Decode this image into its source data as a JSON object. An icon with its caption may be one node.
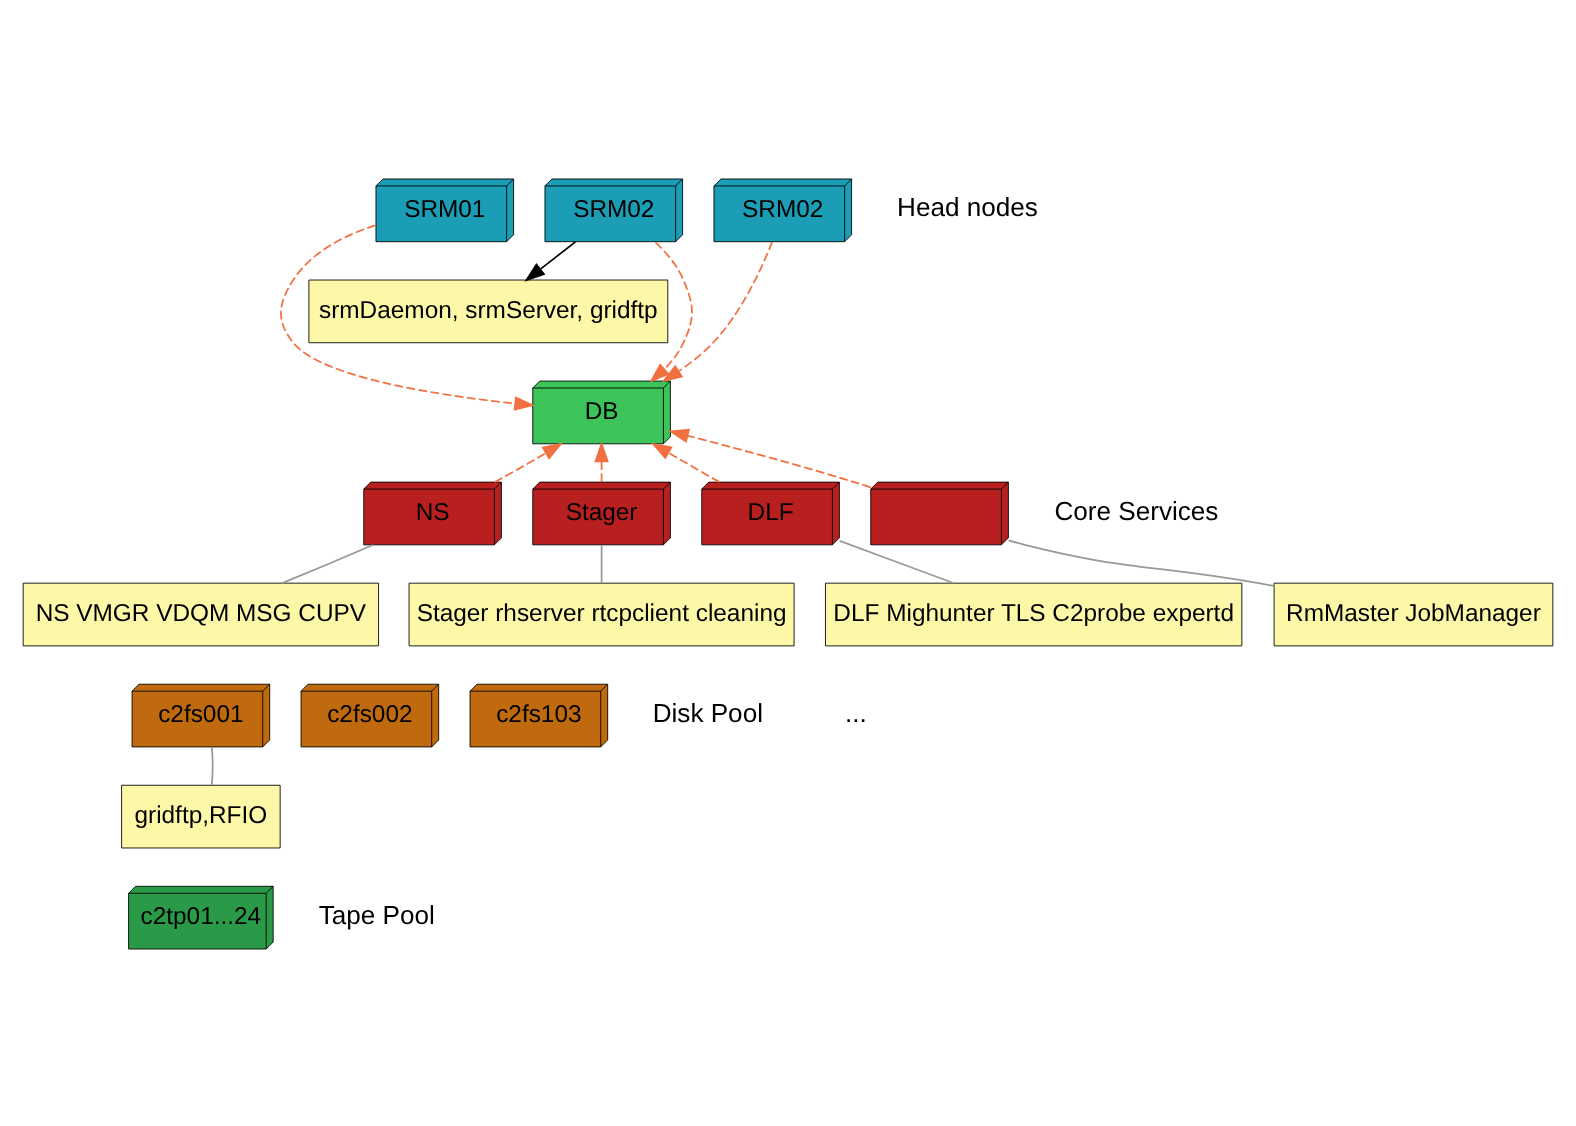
{
  "diagram": {
    "nodes": [
      {
        "text": [
          "SRM01"
        ]
      },
      {
        "text": [
          "SRM02"
        ]
      },
      {
        "text": [
          "SRM02"
        ]
      },
      {
        "text": [
          "srmDaemon, srmServer, gridftp"
        ]
      },
      {
        "text": [
          "DB"
        ]
      },
      {
        "text": [
          "NS"
        ]
      },
      {
        "text": [
          "Stager"
        ]
      },
      {
        "text": [
          "DLF"
        ]
      },
      {
        "text": [],
        "shape": "box"
      },
      {
        "text": [
          "NS VMGR VDQM MSG CUPV"
        ]
      },
      {
        "text": [
          "Stager rhserver rtcpclient cleaning"
        ]
      },
      {
        "text": [
          "DLF Mighunter TLS C2probe expertd"
        ]
      },
      {
        "text": [
          "RmMaster JobManager"
        ]
      },
      {
        "text": [
          "c2fs001"
        ]
      },
      {
        "text": [
          "c2fs002"
        ]
      },
      {
        "text": [
          "c2fs103"
        ]
      },
      {
        "text": [
          "gridftp,RFIO"
        ]
      },
      {
        "text": [
          "c2tp01...24"
        ]
      }
    ],
    "edges": [
      {
        "from": 1,
        "to": 3,
        "arrow": "to",
        "color": "#000000"
      },
      {
        "from": 0,
        "to": 4,
        "arrow": "to",
        "style": "dashed",
        "color": "#f07040"
      },
      {
        "from": 1,
        "to": 4,
        "arrow": "to",
        "style": "dashed",
        "color": "#f07040"
      },
      {
        "from": 2,
        "to": 4,
        "arrow": "to",
        "style": "dashed",
        "color": "#f07040"
      },
      {
        "from": 5,
        "to": 4,
        "arrow": "to",
        "style": "dashed",
        "color": "#f07040"
      },
      {
        "from": 6,
        "to": 4,
        "arrow": "to",
        "style": "dashed",
        "color": "#f07040"
      },
      {
        "from": 7,
        "to": 4,
        "arrow": "to",
        "style": "dashed",
        "color": "#f07040"
      },
      {
        "from": 8,
        "to": 4,
        "arrow": "to",
        "style": "dashed",
        "color": "#f07040"
      },
      {
        "from": 5,
        "to": 9,
        "arrow": "none"
      },
      {
        "from": 6,
        "to": 10,
        "arrow": "none"
      },
      {
        "from": 7,
        "to": 11,
        "arrow": "none"
      },
      {
        "from": 8,
        "to": 12,
        "arrow": "none"
      },
      {
        "from": 13,
        "to": 16,
        "arrow": "none"
      }
    ],
    "labels": [
      "Head nodes",
      "Core Services",
      "...",
      "Disk Pool",
      "Tape Pool"
    ]
  }
}
